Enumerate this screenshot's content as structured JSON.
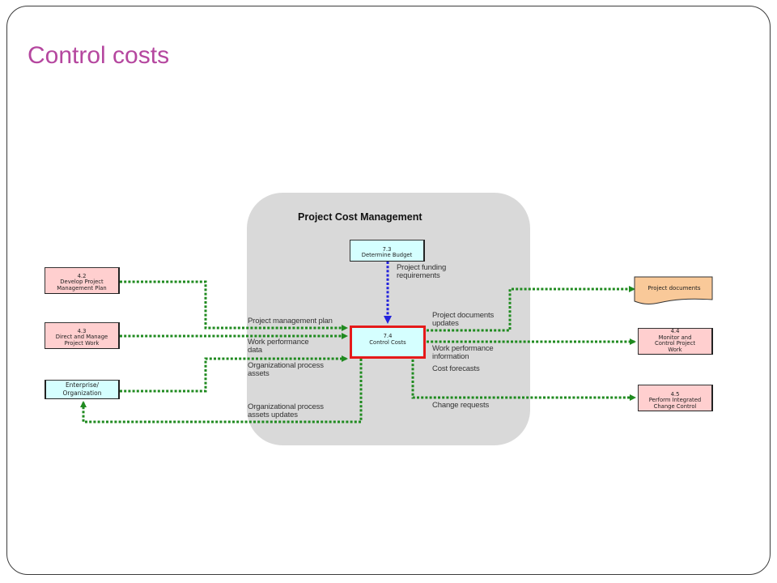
{
  "slide": {
    "title": "Control costs"
  },
  "diagram": {
    "group_title": "Project Cost Management",
    "process": {
      "number": "7.4",
      "name": "Control Costs"
    },
    "upstream": {
      "number": "7.3",
      "name": "Determine Budget"
    },
    "inputs": [
      {
        "number": "4.2",
        "name_line1": "Develop Project",
        "name_line2": "Management Plan"
      },
      {
        "number": "4.3",
        "name_line1": "Direct and Manage",
        "name_line2": "Project Work"
      },
      {
        "name_line1": "Enterprise/",
        "name_line2": "Organization"
      }
    ],
    "outputs": [
      {
        "name": "Project documents"
      },
      {
        "number": "4.4",
        "name_line1": "Monitor and",
        "name_line2": "Control Project",
        "name_line3": "Work"
      },
      {
        "number": "4.5",
        "name_line1": "Perform Integrated",
        "name_line2": "Change Control"
      }
    ],
    "flow_labels": {
      "funding": "Project funding\nrequirements",
      "pm_plan": "Project management plan",
      "work_perf_data": "Work performance\ndata",
      "opa": "Organizational process\nassets",
      "opa_updates": "Organizational process\nassets updates",
      "doc_updates": "Project documents\nupdates",
      "work_perf_info": "Work performance\ninformation",
      "cost_forecasts": "Cost forecasts",
      "change_requests": "Change requests"
    },
    "colors": {
      "flow_line": "#1f8a1f",
      "upstream_line": "#2222dd",
      "core_border": "#e51a1a",
      "group_fill": "#d9d9d9",
      "title": "#b5479f"
    }
  }
}
